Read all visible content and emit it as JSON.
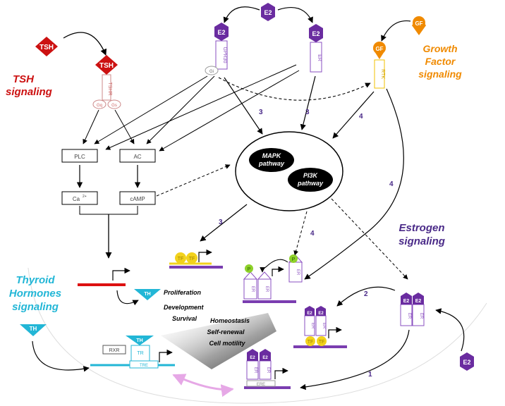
{
  "headings": {
    "tsh_signaling": [
      "TSH",
      "signaling"
    ],
    "growth_factor_signaling": [
      "Growth",
      "Factor",
      "signaling"
    ],
    "estrogen_signaling": [
      "Estrogen",
      "signaling"
    ],
    "thyroid_signaling": [
      "Thyroid",
      "Hormones",
      "signaling"
    ]
  },
  "ligands": {
    "tsh": "TSH",
    "e2": "E2",
    "gf": "GF",
    "th": "TH"
  },
  "receptors": {
    "tshr": "TSHR",
    "gpr30": "GPR30",
    "gs": "Gs",
    "gq": "Gq",
    "gi": "Gi",
    "er": "ER",
    "rtk": "RTK",
    "tr": "TR",
    "rxr": "RXR",
    "tre": "TRE",
    "ere": "ERE",
    "tf": "TF",
    "p": "P"
  },
  "second_messengers": {
    "plc": "PLC",
    "ac": "AC",
    "ca": "Ca",
    "ca_sup": "2+",
    "camp": "cAMP"
  },
  "pathways": {
    "mapk": [
      "MAPK",
      "pathway"
    ],
    "pi3k": [
      "PI3K",
      "pathway"
    ]
  },
  "outcomes_th": [
    "Proliferation",
    "Development",
    "Survival"
  ],
  "outcomes_cell": [
    "Homeostasis",
    "Self-renewal",
    "Cell motility"
  ],
  "arrow_numbers": {
    "three_a": "3",
    "three_b": "3",
    "three_c": "3",
    "four_a": "4",
    "four_b": "4",
    "four_c": "4",
    "two": "2",
    "one": "1"
  },
  "colors": {
    "tsh_red": "#cc1111",
    "e2_purple": "#6a2ca0",
    "er_purple": "#8a4fc0",
    "gf_orange": "#f08a00",
    "th_cyan": "#22b6d6",
    "tf_yellow": "#f2d21c",
    "p_green": "#8ed12a",
    "dna_purple": "#7a3db0",
    "number_purple": "#4a2a88"
  }
}
